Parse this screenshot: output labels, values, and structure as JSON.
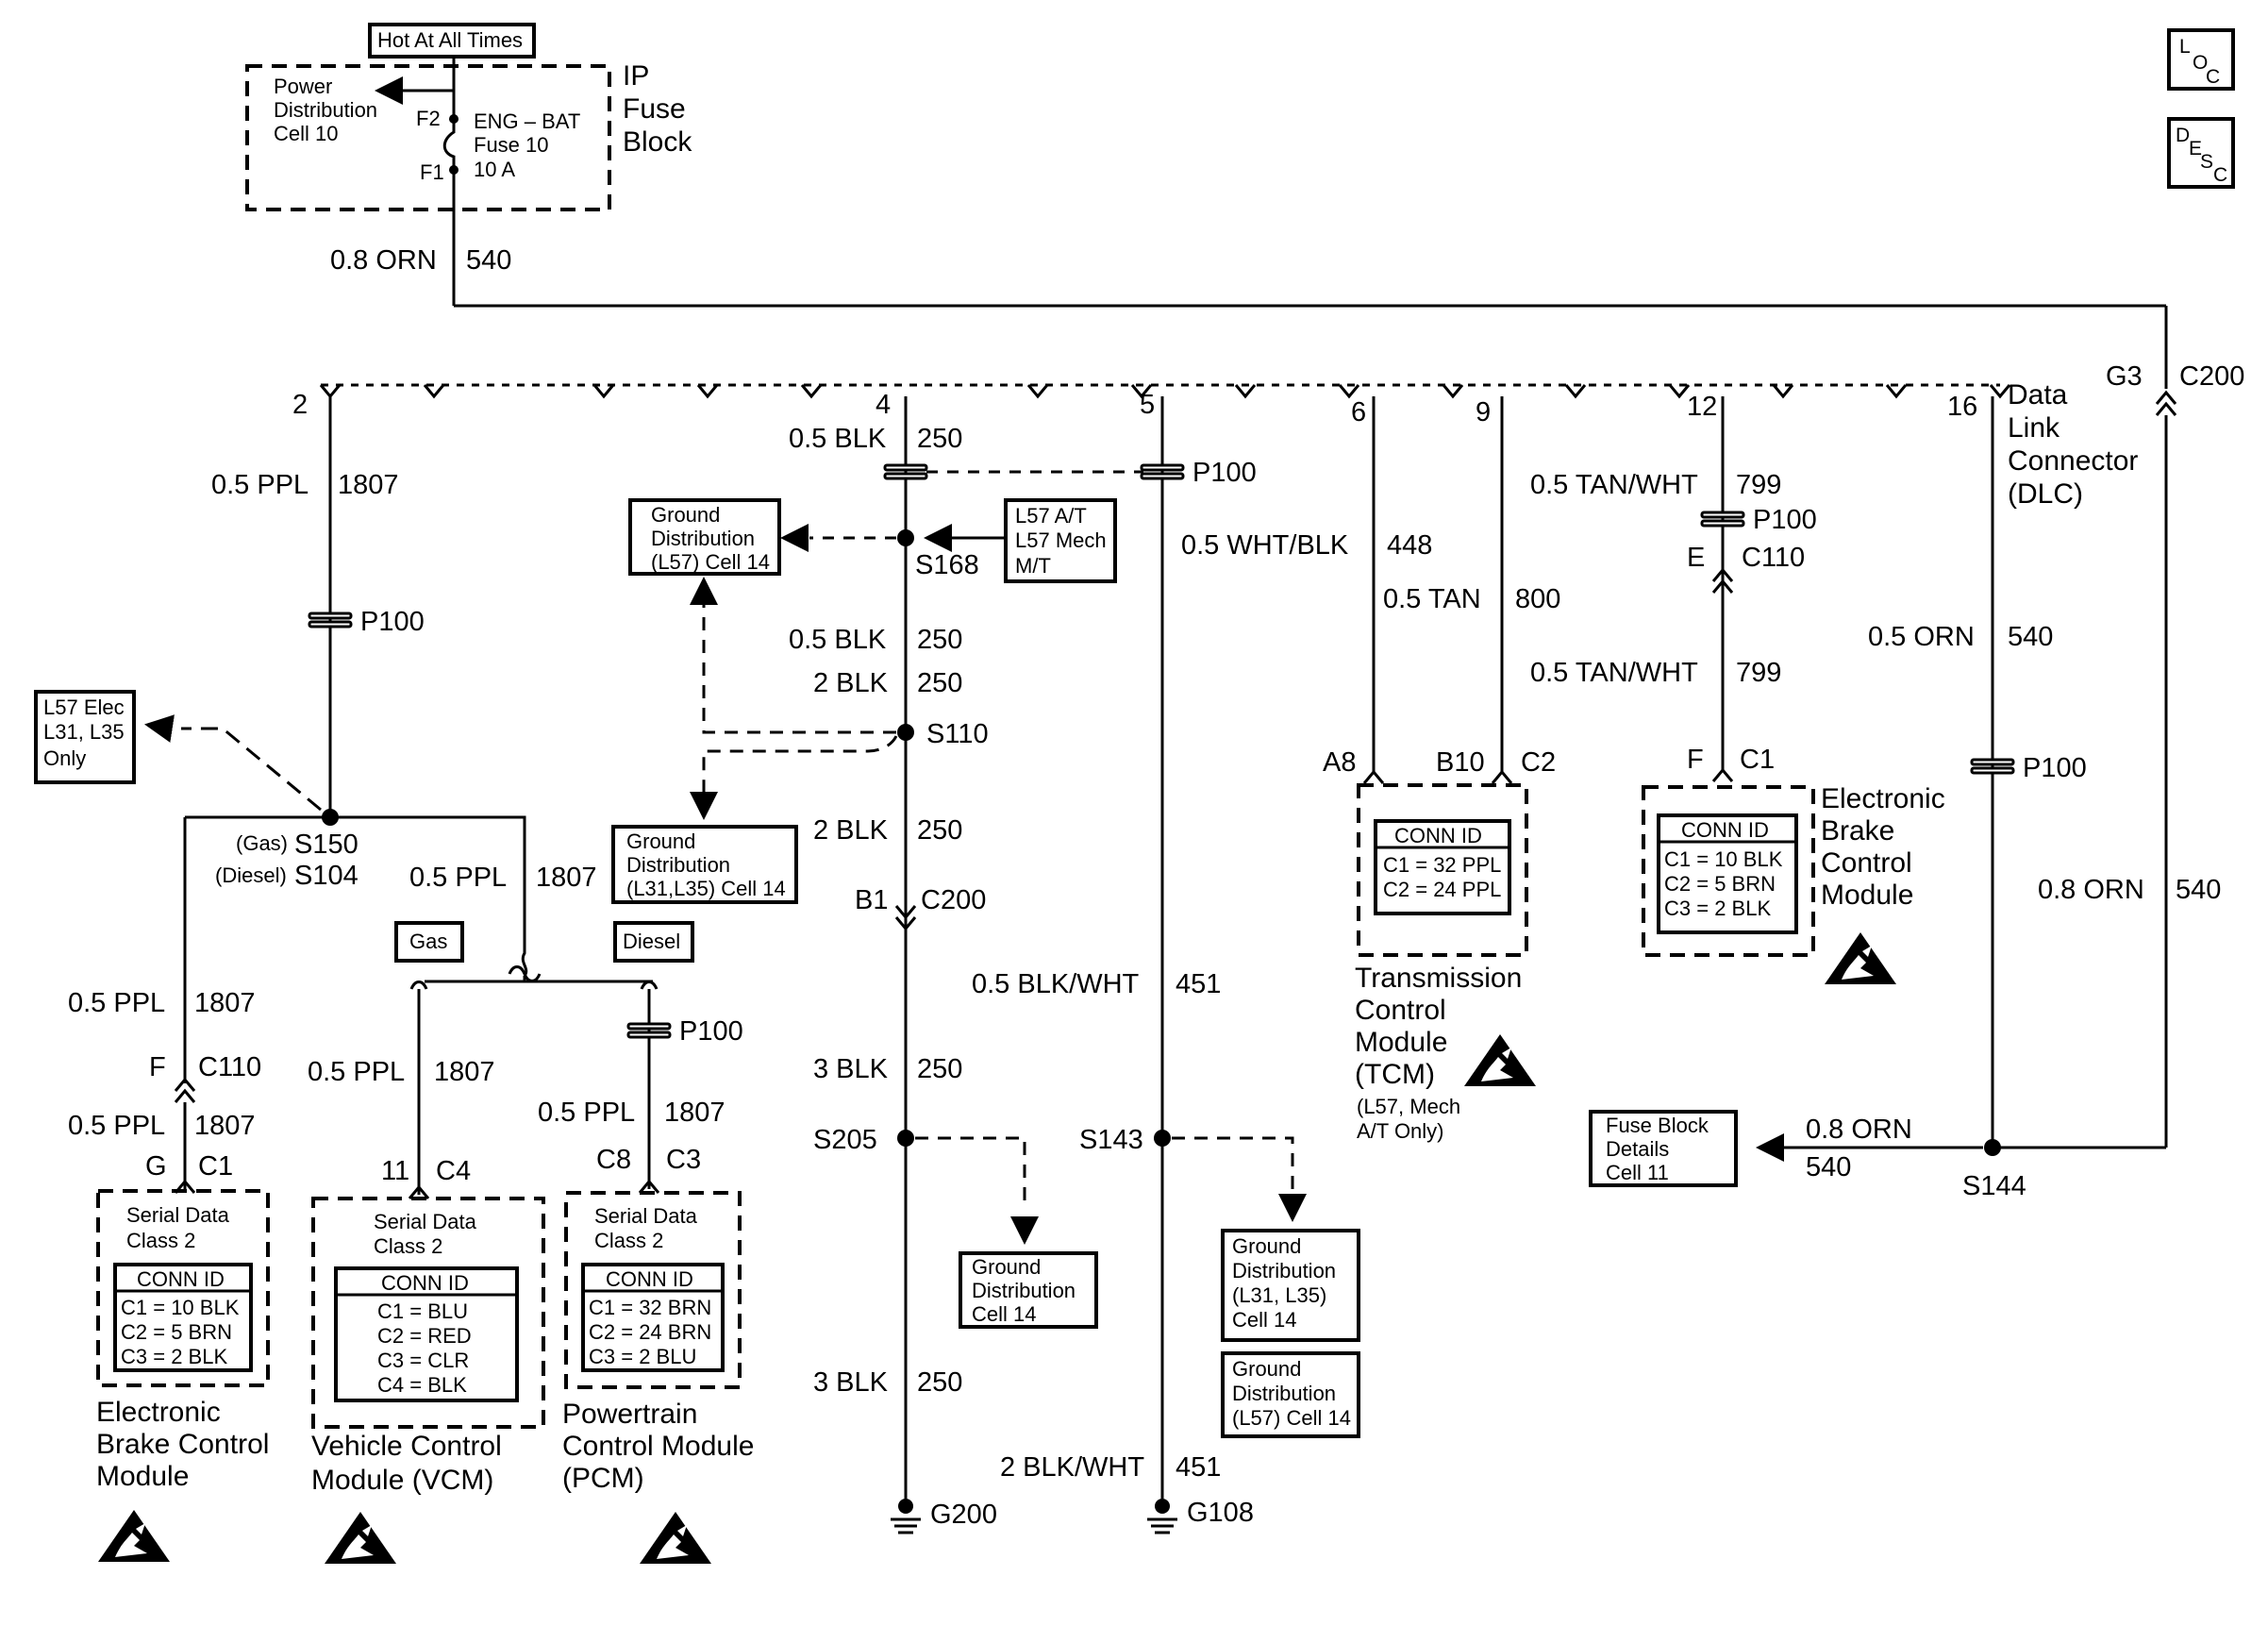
{
  "fuse_block": {
    "hot_label": "Hot At All Times",
    "title_lines": [
      "IP",
      "Fuse",
      "Block"
    ],
    "pd_lines": [
      "Power",
      "Distribution",
      "Cell 10"
    ],
    "fuse_lines": [
      "ENG – BAT",
      "Fuse 10",
      "10 A"
    ],
    "f2": "F2",
    "f1": "F1"
  },
  "corner_icons": {
    "loc": [
      "L",
      "O",
      "C"
    ],
    "desc": [
      "D",
      "E",
      "S",
      "C"
    ]
  },
  "dlc": {
    "title_lines": [
      "Data",
      "Link",
      "Connector",
      "(DLC)"
    ],
    "g3": "G3",
    "c200": "C200"
  },
  "pins": {
    "p2": "2",
    "p4": "4",
    "p5": "5",
    "p6": "6",
    "p9": "9",
    "p12": "12",
    "p16": "16"
  },
  "wires": {
    "top_color": "0.8 ORN",
    "top_circuit": "540",
    "w2_color": "0.5 PPL",
    "w2_circuit": "1807",
    "w4a_color": "0.5 BLK",
    "w4a_circuit": "250",
    "w4b_color": "0.5 BLK",
    "w4b_circuit": "250",
    "w4c_color": "2 BLK",
    "w4c_circuit": "250",
    "w4d_color": "2 BLK",
    "w4d_circuit": "250",
    "w4e_color": "3 BLK",
    "w4e_circuit": "250",
    "w4f_color": "3 BLK",
    "w4f_circuit": "250",
    "w5a_color": "0.5 BLK/WHT",
    "w5a_circuit": "451",
    "w5b_color": "2 BLK/WHT",
    "w5b_circuit": "451",
    "w6_color": "0.5 WHT/BLK",
    "w6_circuit": "448",
    "w9_color": "0.5 TAN",
    "w9_circuit": "800",
    "w12a_color": "0.5 TAN/WHT",
    "w12a_circuit": "799",
    "w12b_color": "0.5 TAN/WHT",
    "w12b_circuit": "799",
    "w16a_color": "0.5 ORN",
    "w16a_circuit": "540",
    "w16b_color": "0.8 ORN",
    "w16b_circuit": "540",
    "ebcm_l_a_color": "0.5 PPL",
    "ebcm_l_a_circuit": "1807",
    "ebcm_l_b_color": "0.5 PPL",
    "ebcm_l_b_circuit": "1807",
    "gasdiesel_color": "0.5 PPL",
    "gasdiesel_circuit": "1807",
    "vcm_color": "0.5 PPL",
    "vcm_circuit": "1807",
    "pcm_color": "0.5 PPL",
    "pcm_circuit": "1807",
    "s144_color": "0.8 ORN",
    "s144_circuit": "540"
  },
  "connectors": {
    "p100": "P100",
    "b1": "B1",
    "c200": "C200",
    "e": "E",
    "c110": "C110",
    "f": "F",
    "a8": "A8",
    "b10": "B10",
    "c2": "C2",
    "ebcm_r_f": "F",
    "ebcm_r_c1": "C1",
    "ebcm_l_g": "G",
    "ebcm_l_c1": "C1",
    "vcm_11": "11",
    "vcm_c4": "C4",
    "pcm_c8": "C8",
    "pcm_c3": "C3"
  },
  "splices": {
    "s168": "S168",
    "s110": "S110",
    "s150_gas": "(Gas)",
    "s150": "S150",
    "s104_diesel": "(Diesel)",
    "s104": "S104",
    "s205": "S205",
    "s143": "S143",
    "s144": "S144"
  },
  "grounds": {
    "g200": "G200",
    "g108": "G108"
  },
  "option_boxes": {
    "gas": "Gas",
    "diesel": "Diesel"
  },
  "notes": {
    "l57_elec": [
      "L57 Elec",
      "L31, L35",
      "Only"
    ],
    "l57_at": [
      "L57 A/T",
      "L57 Mech",
      "M/T"
    ]
  },
  "refs": {
    "gd_l57_top": [
      "Ground",
      "Distribution",
      "(L57) Cell 14"
    ],
    "gd_l31": [
      "Ground",
      "Distribution",
      "(L31,L35) Cell 14"
    ],
    "gd_cell14": [
      "Ground",
      "Distribution",
      "Cell 14"
    ],
    "gd_l31_b": [
      "Ground",
      "Distribution",
      "(L31, L35)",
      "Cell 14"
    ],
    "gd_l57_b": [
      "Ground",
      "Distribution",
      "(L57) Cell 14"
    ],
    "fuse_details": [
      "Fuse Block",
      "Details",
      "Cell 11"
    ]
  },
  "modules": {
    "ebcm_left": {
      "serial": [
        "Serial Data",
        "Class 2"
      ],
      "conn_id": "CONN ID",
      "rows": [
        "C1 = 10 BLK",
        "C2 = 5 BRN",
        "C3 = 2 BLK"
      ],
      "name": [
        "Electronic",
        "Brake  Control",
        "Module"
      ]
    },
    "vcm": {
      "serial": [
        "Serial Data",
        "Class 2"
      ],
      "conn_id": "CONN ID",
      "rows": [
        "C1 =  BLU",
        "C2 =  RED",
        "C3 =  CLR",
        "C4 =  BLK"
      ],
      "name": [
        "Vehicle  Control",
        "Module  (VCM)"
      ]
    },
    "pcm": {
      "serial": [
        "Serial Data",
        "Class 2"
      ],
      "conn_id": "CONN ID",
      "rows": [
        "C1 = 32 BRN",
        "C2 = 24 BRN",
        "C3 = 2 BLU"
      ],
      "name": [
        "Powertrain",
        "Control Module",
        "(PCM)"
      ]
    },
    "tcm": {
      "conn_id": "CONN ID",
      "rows": [
        "C1 = 32 PPL",
        "C2 = 24 PPL"
      ],
      "name": [
        "Transmission",
        "Control",
        "Module",
        "(TCM)"
      ],
      "note": [
        "(L57, Mech",
        "A/T Only)"
      ]
    },
    "ebcm_right": {
      "conn_id": "CONN ID",
      "rows": [
        "C1 = 10 BLK",
        "C2 = 5 BRN",
        "C3 = 2 BLK"
      ],
      "name": [
        "Electronic",
        "Brake",
        "Control",
        "Module"
      ]
    }
  },
  "icons": [
    "esd-icon",
    "esd-icon",
    "esd-icon",
    "esd-icon",
    "esd-icon"
  ]
}
